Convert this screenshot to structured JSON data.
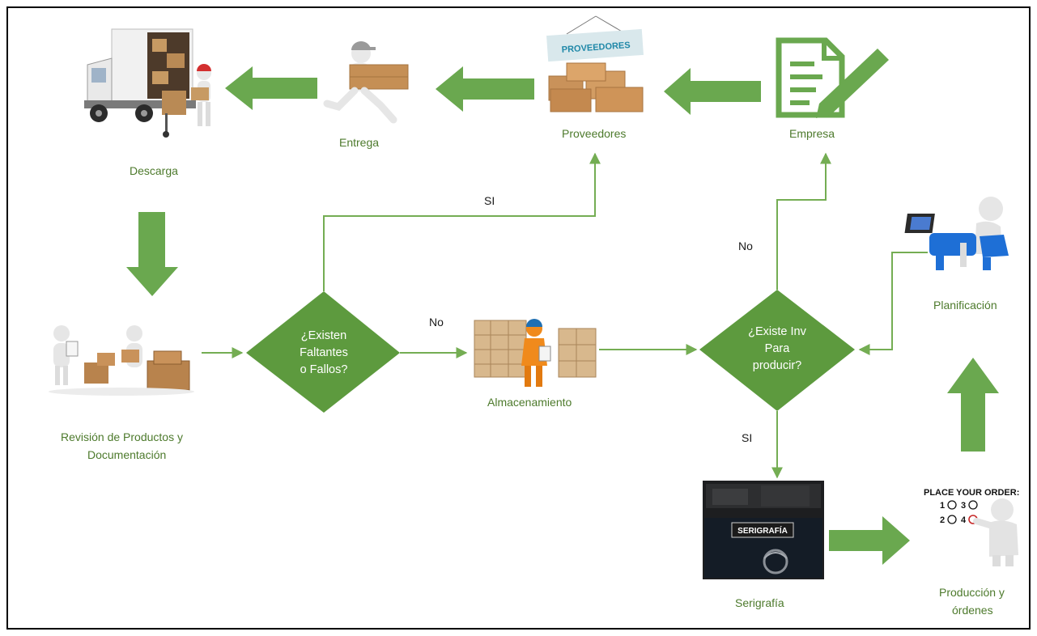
{
  "nodes": {
    "descarga": "Descarga",
    "entrega": "Entrega",
    "proveedores": "Proveedores",
    "proveedores_sign": "PROVEEDORES",
    "empresa": "Empresa",
    "revision": [
      "Revisión de Productos y",
      "Documentación"
    ],
    "almacenamiento": "Almacenamiento",
    "planificacion": "Planificación",
    "serigrafia": "Serigrafía",
    "serigrafia_banner": "SERIGRAFÍA",
    "produccion": [
      "Producción y",
      "órdenes"
    ],
    "order_title": "PLACE YOUR ORDER:",
    "order_opts": [
      "1",
      "3",
      "2",
      "4"
    ]
  },
  "decisions": {
    "faltantes": [
      "¿Existen",
      "Faltantes",
      "o Fallos?"
    ],
    "inventario": [
      "¿Existe Inv",
      "Para",
      "producir?"
    ]
  },
  "edges": {
    "faltantes_si": "SI",
    "faltantes_no": "No",
    "inventario_no": "No",
    "inventario_si": "SI"
  },
  "colors": {
    "arrow": "#6aa84f",
    "line": "#74ad53",
    "diamond": "#5d9a3e",
    "label_green": "#4d7a2c",
    "label_dark": "#1a1a1a",
    "frame": "#000000"
  }
}
